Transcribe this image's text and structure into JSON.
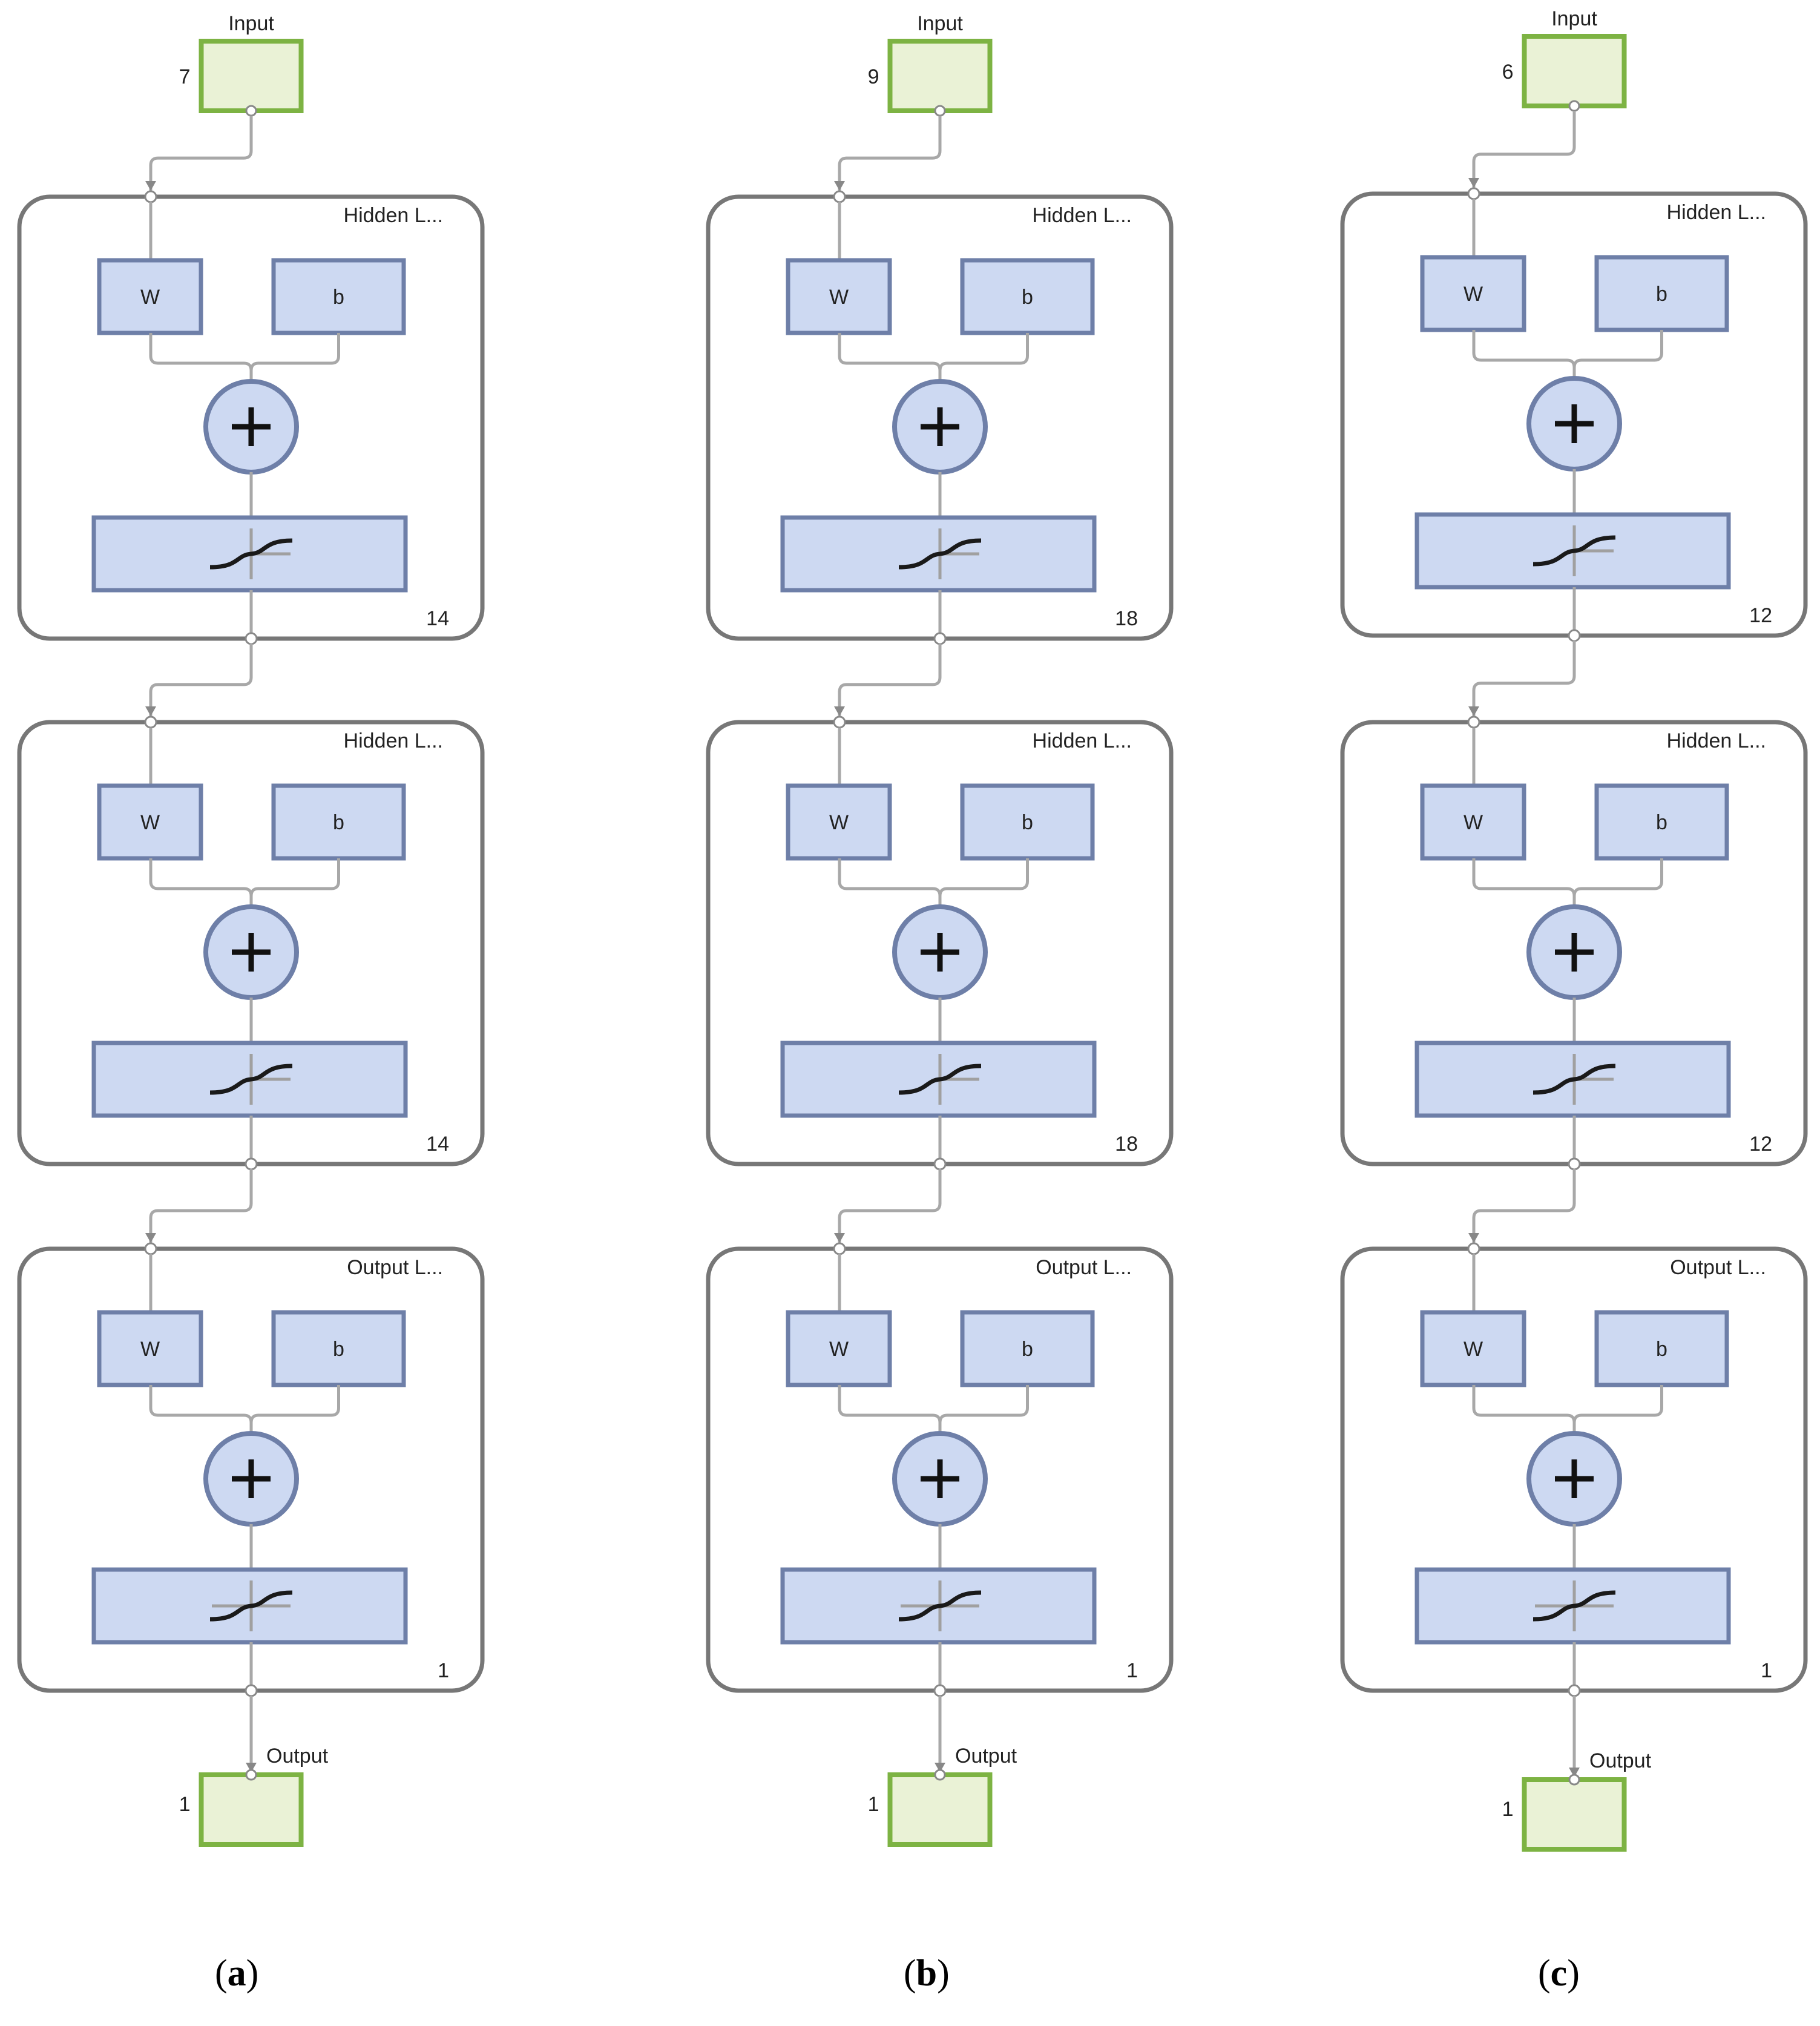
{
  "networks": [
    {
      "caption_open": "(",
      "caption_letter": "a",
      "caption_close": ")",
      "input_label": "Input",
      "input_size": "7",
      "layers": [
        {
          "title": "Hidden L...",
          "w_label": "W",
          "b_label": "b",
          "size": "14",
          "kind": "hidden"
        },
        {
          "title": "Hidden L...",
          "w_label": "W",
          "b_label": "b",
          "size": "14",
          "kind": "hidden"
        },
        {
          "title": "Output L...",
          "w_label": "W",
          "b_label": "b",
          "size": "1",
          "kind": "output"
        }
      ],
      "output_label": "Output",
      "output_size": "1"
    },
    {
      "caption_open": "(",
      "caption_letter": "b",
      "caption_close": ")",
      "input_label": "Input",
      "input_size": "9",
      "layers": [
        {
          "title": "Hidden L...",
          "w_label": "W",
          "b_label": "b",
          "size": "18",
          "kind": "hidden"
        },
        {
          "title": "Hidden L...",
          "w_label": "W",
          "b_label": "b",
          "size": "18",
          "kind": "hidden"
        },
        {
          "title": "Output L...",
          "w_label": "W",
          "b_label": "b",
          "size": "1",
          "kind": "output"
        }
      ],
      "output_label": "Output",
      "output_size": "1"
    },
    {
      "caption_open": "(",
      "caption_letter": "c",
      "caption_close": ")",
      "input_label": "Input",
      "input_size": "6",
      "layers": [
        {
          "title": "Hidden L...",
          "w_label": "W",
          "b_label": "b",
          "size": "12",
          "kind": "hidden"
        },
        {
          "title": "Hidden L...",
          "w_label": "W",
          "b_label": "b",
          "size": "12",
          "kind": "hidden"
        },
        {
          "title": "Output L...",
          "w_label": "W",
          "b_label": "b",
          "size": "1",
          "kind": "output"
        }
      ],
      "output_label": "Output",
      "output_size": "1"
    }
  ],
  "colors": {
    "io_fill": "#eaf2d6",
    "io_stroke": "#7db343",
    "block_fill": "#cdd9f2",
    "block_stroke": "#6e7fa8",
    "layer_stroke": "#777777",
    "wire": "#a8a8a8",
    "curve": "#1a1a1a",
    "axis": "#a0a0a0"
  }
}
